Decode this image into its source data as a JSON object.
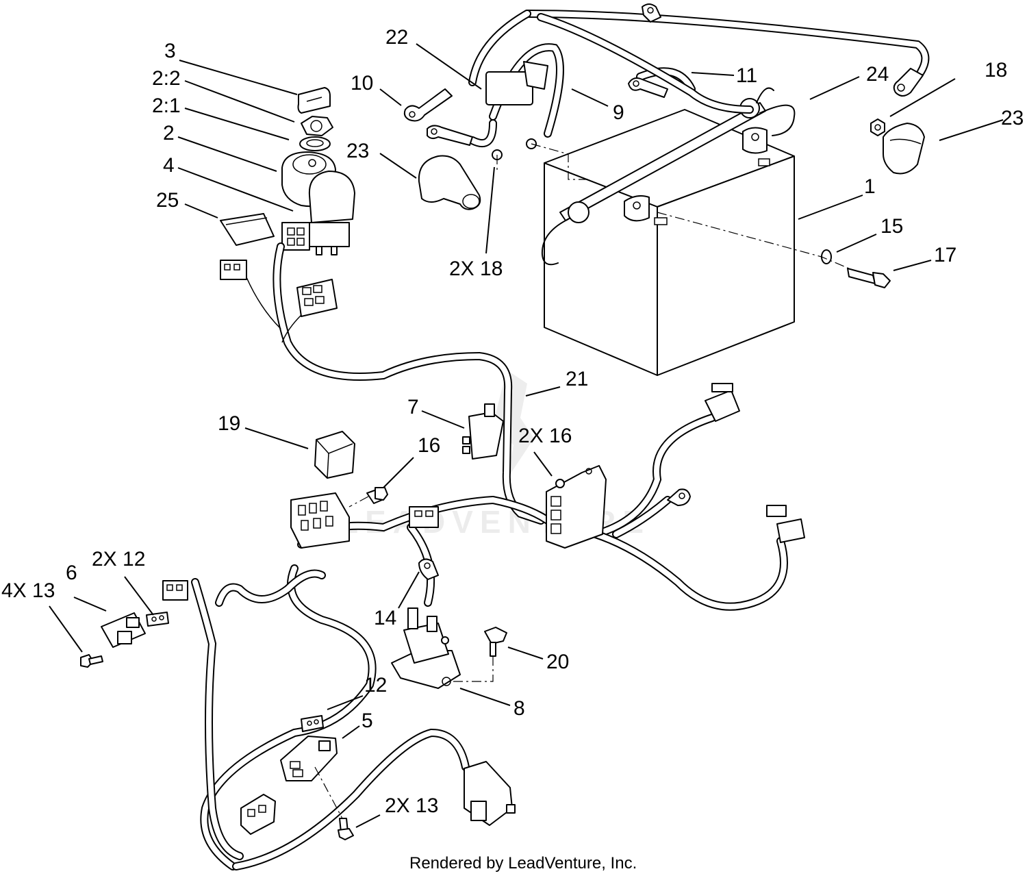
{
  "diagram": {
    "watermark": "LEADVENTURE",
    "footer": "Rendered by LeadVenture, Inc.",
    "callouts": {
      "c1": "1",
      "c2": "2",
      "c2_1": "2:1",
      "c2_2": "2:2",
      "c3": "3",
      "c4": "4",
      "c5": "5",
      "c6": "6",
      "c7": "7",
      "c8": "8",
      "c9": "9",
      "c10": "10",
      "c11": "11",
      "c12": "12",
      "c2x12": "2X 12",
      "c2x13": "2X 13",
      "c4x13": "4X 13",
      "c14": "14",
      "c15": "15",
      "c16": "16",
      "c2x16": "2X 16",
      "c17": "17",
      "c18": "18",
      "c2x18": "2X 18",
      "c19": "19",
      "c20": "20",
      "c21": "21",
      "c22": "22",
      "c23a": "23",
      "c23b": "23",
      "c24": "24",
      "c25": "25"
    }
  }
}
